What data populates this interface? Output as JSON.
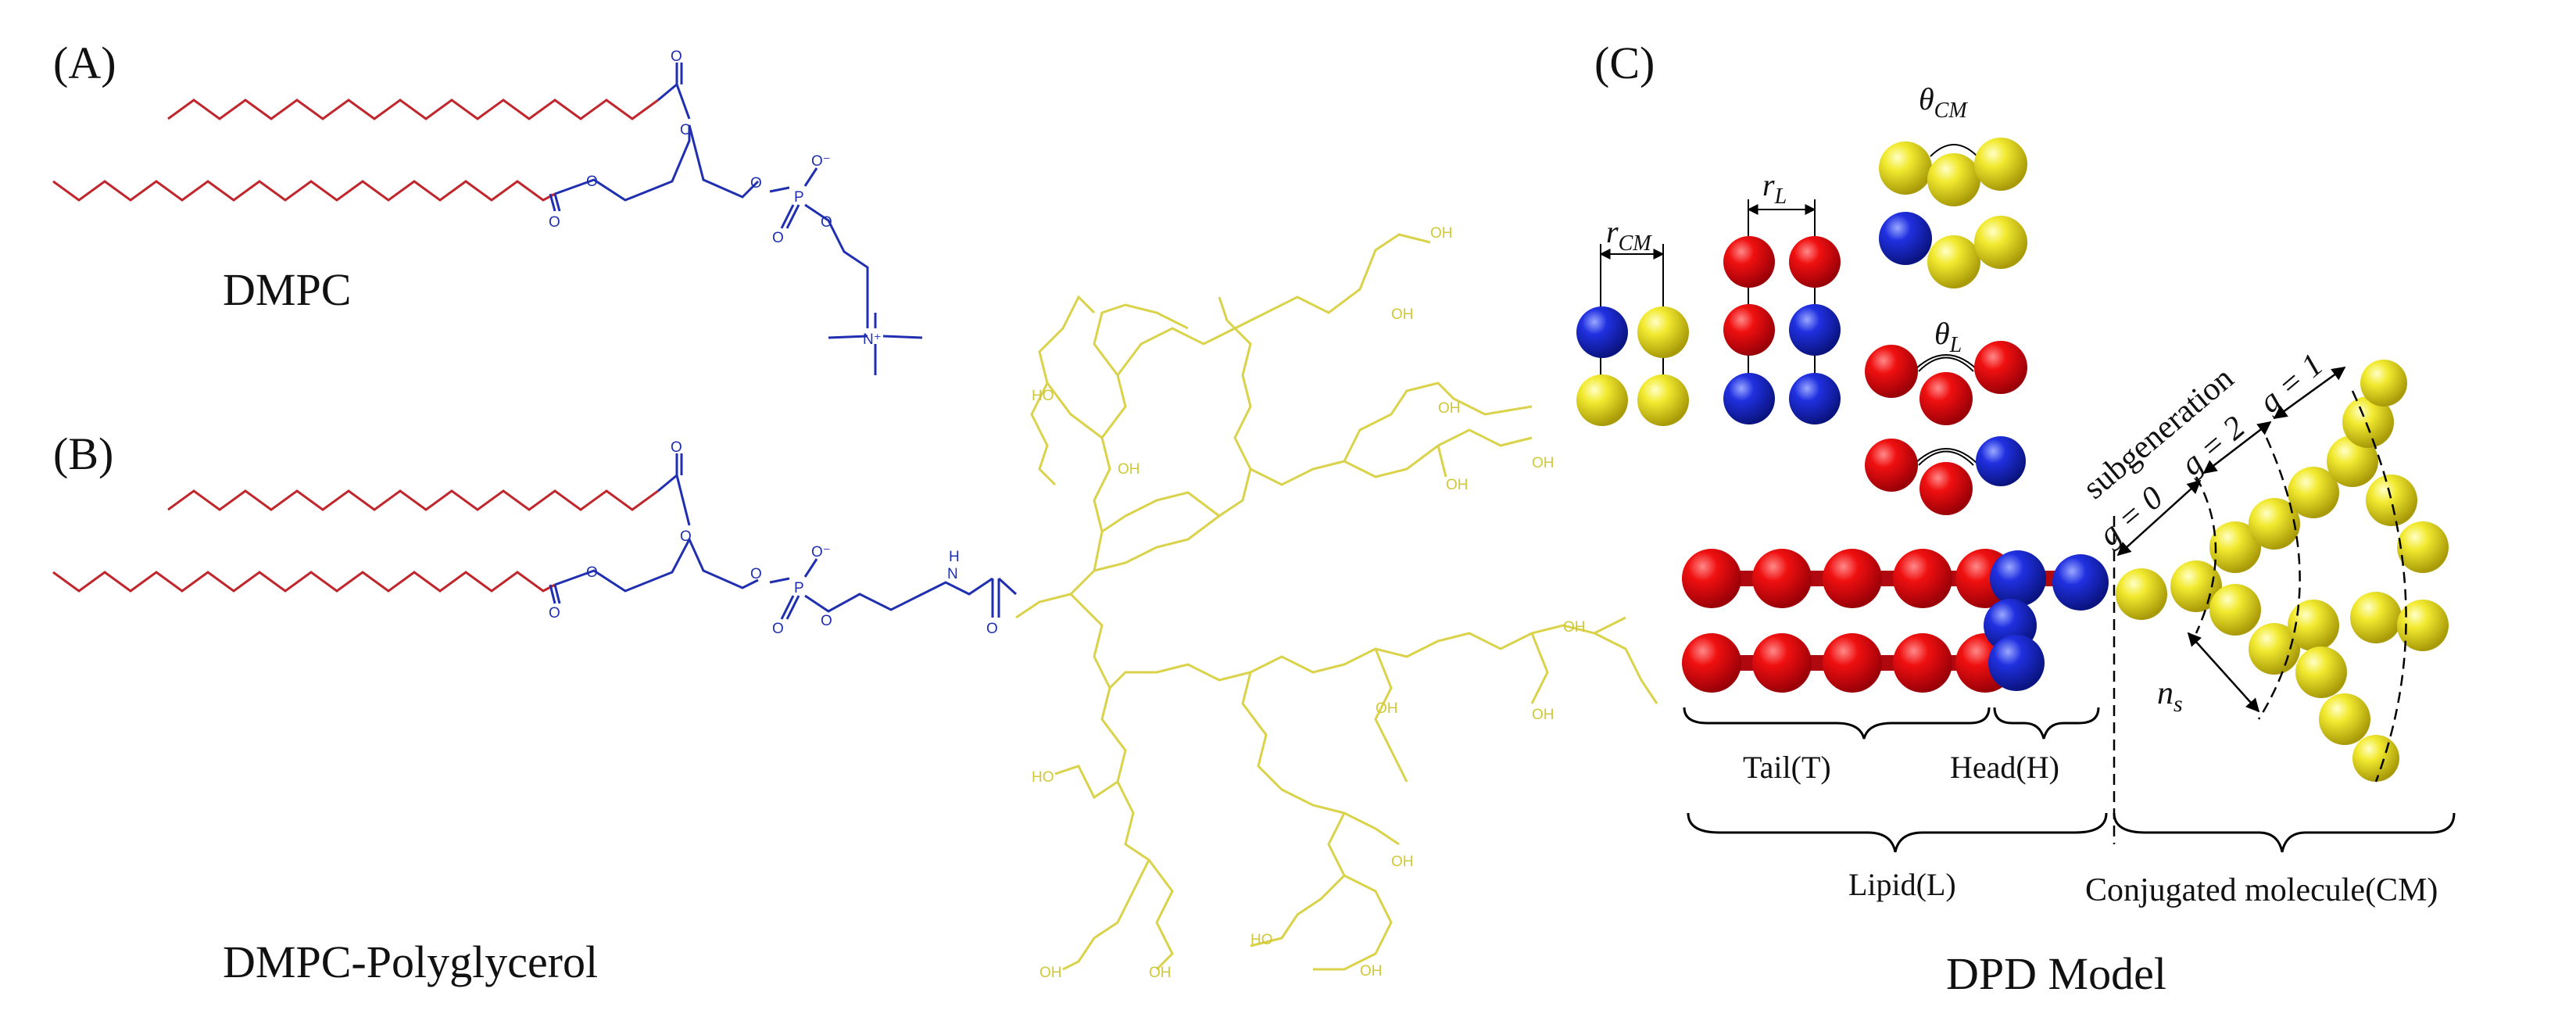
{
  "panels": {
    "a": {
      "label": "(A)",
      "name": "DMPC"
    },
    "b": {
      "label": "(B)",
      "name": "DMPC-Polyglycerol"
    },
    "c": {
      "label": "(C)",
      "title": "DPD Model",
      "bond_labels": {
        "r_cm": "r",
        "r_cm_sub": "CM",
        "r_l": "r",
        "r_l_sub": "L"
      },
      "angle_labels": {
        "theta_cm": "θ",
        "theta_cm_sub": "CM",
        "theta_l": "θ",
        "theta_l_sub": "L"
      },
      "subgeneration": "subgeneration",
      "generations": [
        "g = 0",
        "g = 2",
        "g = 1"
      ],
      "n_s": "n",
      "n_s_sub": "s",
      "brace_labels": {
        "tail": "Tail(T)",
        "head": "Head(H)",
        "lipid": "Lipid(L)",
        "cm": "Conjugated molecule(CM)"
      }
    }
  },
  "atoms": {
    "oxygen": "O",
    "oxy_minus": "O⁻",
    "phosphorus": "P",
    "nitrogen": "N",
    "n_plus": "N⁺",
    "amine": "H",
    "hydroxyl": "OH",
    "hydroxyl_rev": "HO"
  },
  "colors": {
    "tail": "#c0272d",
    "head": "#1f2fb0",
    "conjugate": "#d9d24a",
    "bead_red": "#e8101c",
    "bead_blue": "#1f3fd8",
    "bead_yellow": "#f0e63a"
  }
}
